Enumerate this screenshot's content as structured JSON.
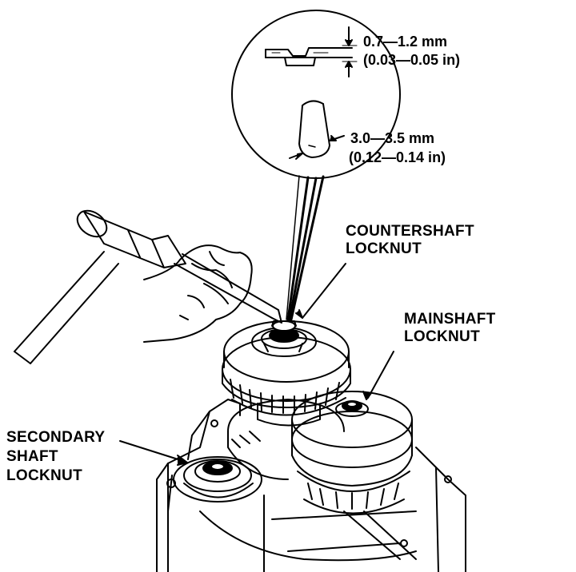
{
  "callouts": {
    "countershaft": [
      "COUNTERSHAFT",
      "LOCKNUT"
    ],
    "mainshaft": [
      "MAINSHAFT",
      "LOCKNUT"
    ],
    "secondary": [
      "SECONDARY",
      "SHAFT",
      "LOCKNUT"
    ]
  },
  "specs": {
    "stake_depth": {
      "metric": "0.7—1.2 mm",
      "imperial": "(0.03—0.05 in)"
    },
    "punch_tip": {
      "metric": "3.0—3.5 mm",
      "imperial": "(0.12—0.14 in)"
    }
  },
  "icons": {
    "hammer": "hammer-icon",
    "punch": "punch-tool-icon",
    "hand": "hand-icon",
    "gear": "gear-icon",
    "locknut": "locknut-icon",
    "housing": "transmission-housing-icon"
  },
  "colors": {
    "ink": "#000000",
    "paper": "#ffffff"
  }
}
